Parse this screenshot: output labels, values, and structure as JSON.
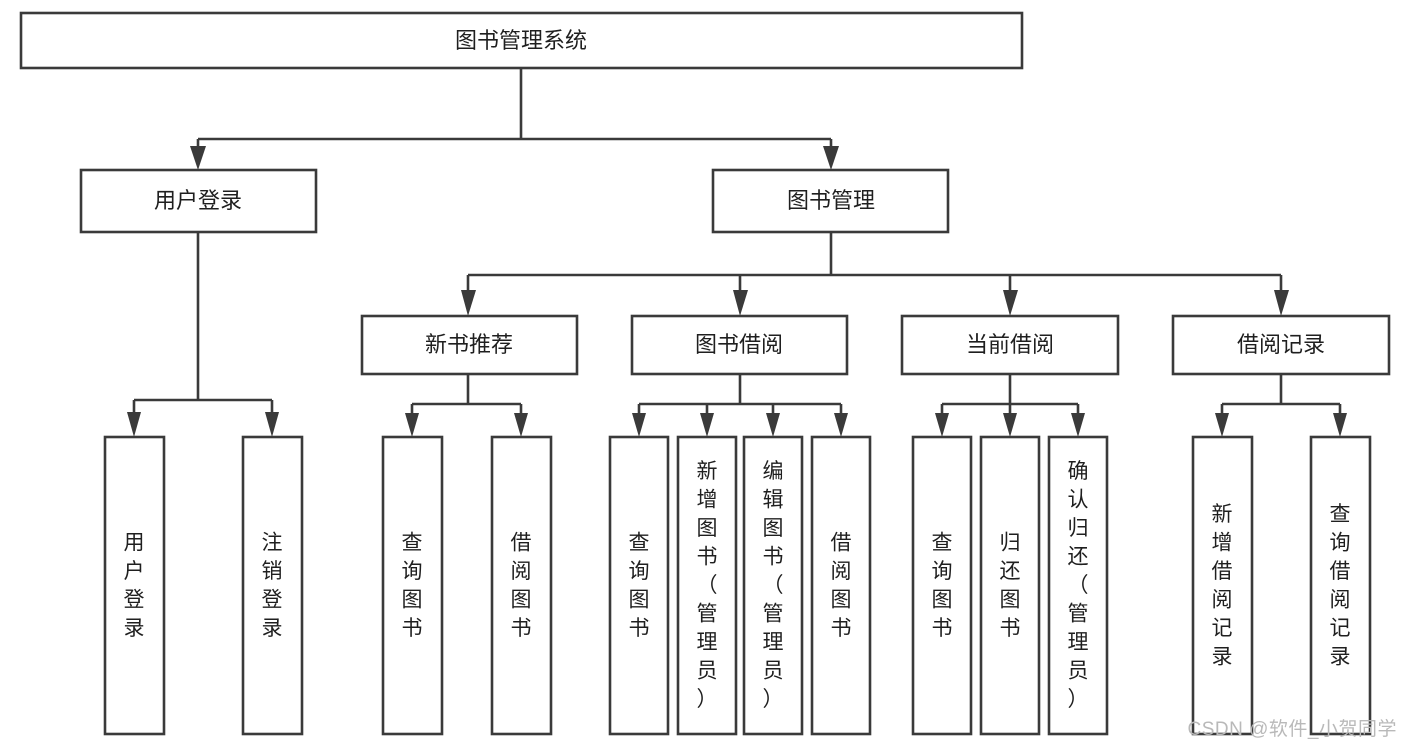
{
  "diagram": {
    "type": "tree-hierarchy-diagram",
    "title": "图书管理系统",
    "watermark": "CSDN @软件_小贺同学",
    "colors": {
      "stroke": "#3a3a3a",
      "fill": "#ffffff",
      "text": "#1f1f1f",
      "watermark": "#b9b9b9",
      "background": "#ffffff"
    },
    "levels": {
      "root": {
        "label": "图书管理系统"
      },
      "level2": [
        {
          "id": "user-login",
          "label": "用户登录"
        },
        {
          "id": "book-management",
          "label": "图书管理"
        }
      ],
      "level3": [
        {
          "id": "new-book-recommend",
          "label": "新书推荐",
          "parent": "book-management"
        },
        {
          "id": "book-borrow",
          "label": "图书借阅",
          "parent": "book-management"
        },
        {
          "id": "current-borrow",
          "label": "当前借阅",
          "parent": "book-management"
        },
        {
          "id": "borrow-record",
          "label": "借阅记录",
          "parent": "book-management"
        }
      ],
      "leaves": [
        {
          "id": "leaf-user-login",
          "label": "用户登录",
          "parent": "user-login"
        },
        {
          "id": "leaf-user-logout",
          "label": "注销登录",
          "parent": "user-login"
        },
        {
          "id": "leaf-query-book-1",
          "label": "查询图书",
          "parent": "new-book-recommend"
        },
        {
          "id": "leaf-borrow-book-1",
          "label": "借阅图书",
          "parent": "new-book-recommend"
        },
        {
          "id": "leaf-query-book-2",
          "label": "查询图书",
          "parent": "book-borrow"
        },
        {
          "id": "leaf-add-book",
          "label": "新增图书（管理员）",
          "parent": "book-borrow"
        },
        {
          "id": "leaf-edit-book",
          "label": "编辑图书（管理员）",
          "parent": "book-borrow"
        },
        {
          "id": "leaf-borrow-book-2",
          "label": "借阅图书",
          "parent": "book-borrow"
        },
        {
          "id": "leaf-query-book-3",
          "label": "查询图书",
          "parent": "current-borrow"
        },
        {
          "id": "leaf-return-book",
          "label": "归还图书",
          "parent": "current-borrow"
        },
        {
          "id": "leaf-confirm-return",
          "label": "确认归还（管理员）",
          "parent": "current-borrow"
        },
        {
          "id": "leaf-add-record",
          "label": "新增借阅记录",
          "parent": "borrow-record"
        },
        {
          "id": "leaf-query-record",
          "label": "查询借阅记录",
          "parent": "borrow-record"
        }
      ]
    }
  }
}
